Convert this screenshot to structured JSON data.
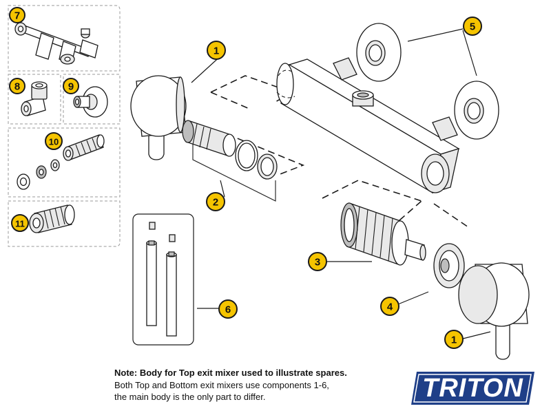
{
  "callouts": [
    "1",
    "2",
    "3",
    "4",
    "5",
    "6",
    "7",
    "8",
    "9",
    "10",
    "11"
  ],
  "note": {
    "bold_line": "Note: Body for Top exit mixer used to illustrate spares.",
    "line1": "Both Top and Bottom exit mixers use components 1-6,",
    "line2": "the main body is the only part to differ."
  },
  "brand": {
    "name": "TRITON",
    "color": "#1f3f88",
    "callout_color": "#f5c400"
  }
}
